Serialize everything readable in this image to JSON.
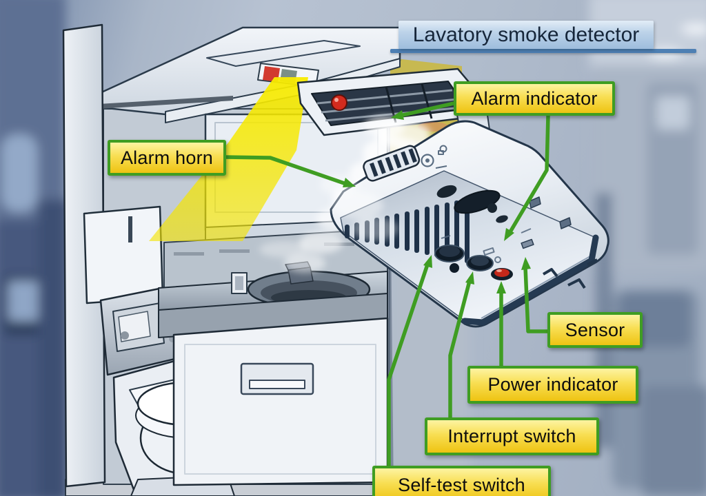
{
  "diagram": {
    "title": "Lavatory smoke detector",
    "callouts": {
      "alarm_indicator": "Alarm indicator",
      "alarm_horn": "Alarm horn",
      "sensor": "Sensor",
      "power_indicator": "Power indicator",
      "interrupt_switch": "Interrupt switch",
      "self_test_switch": "Self-test switch"
    },
    "colors": {
      "callout_fill_top": "#fdf4a2",
      "callout_fill_bottom": "#eec312",
      "callout_border": "#3f9d22",
      "connector_green": "#3f9d22",
      "title_fill": "#bdd3e9",
      "title_underline": "#4d7fb3",
      "title_text": "#16263a",
      "beam_yellow": "#f6e800",
      "alarm_lamp_red": "#d32b1e"
    }
  }
}
